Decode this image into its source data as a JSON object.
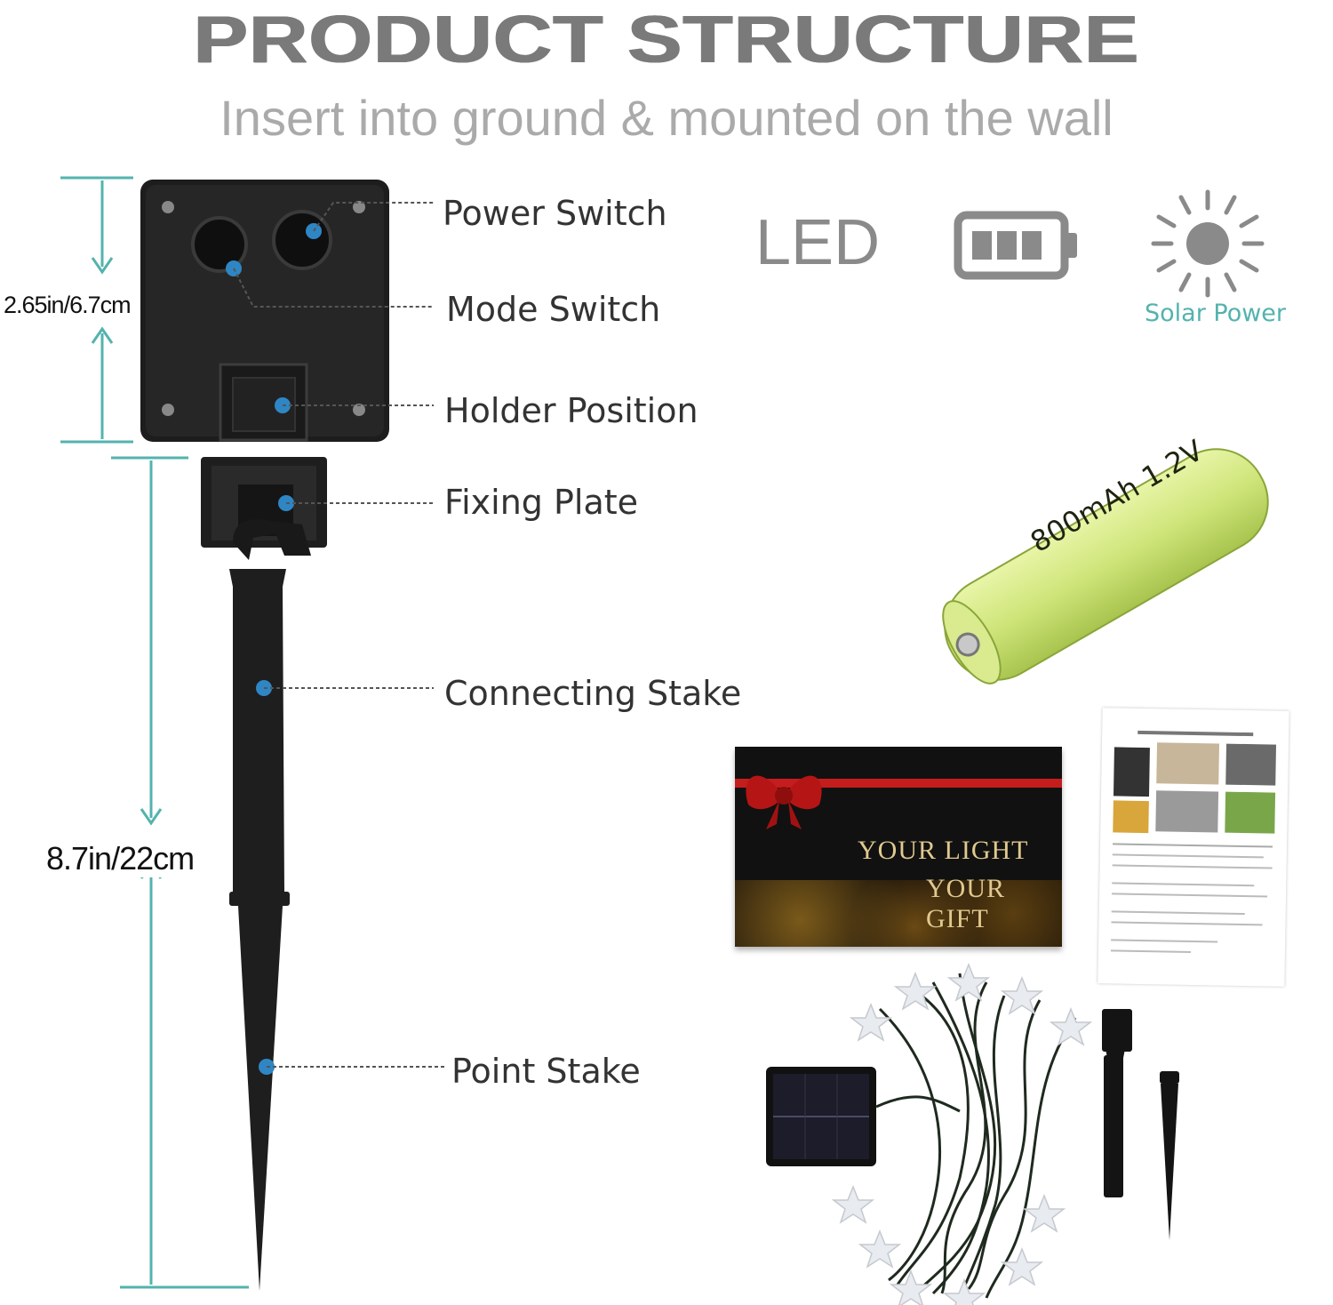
{
  "header": {
    "title": "PRODUCT STRUCTURE",
    "subtitle": "Insert into ground & mounted on the wall"
  },
  "callouts": {
    "power_switch": "Power Switch",
    "mode_switch": "Mode Switch",
    "holder_position": "Holder Position",
    "fixing_plate": "Fixing Plate",
    "connecting_stake": "Connecting Stake",
    "point_stake": "Point Stake"
  },
  "dimensions": {
    "panel_height": "2.65in/6.7cm",
    "stake_length": "8.7in/22cm"
  },
  "features": {
    "led": "LED",
    "solar": "Solar Power"
  },
  "icons": [
    "battery-icon",
    "sun-icon"
  ],
  "battery": {
    "print": "800mAh 1.2V"
  },
  "gift_box": {
    "line1": "YOUR LIGHT",
    "line2": "YOUR GIFT"
  },
  "colors": {
    "accent_teal": "#53b3ad",
    "callout_dot": "#2f86c4",
    "battery_green": "#cfe57a"
  }
}
